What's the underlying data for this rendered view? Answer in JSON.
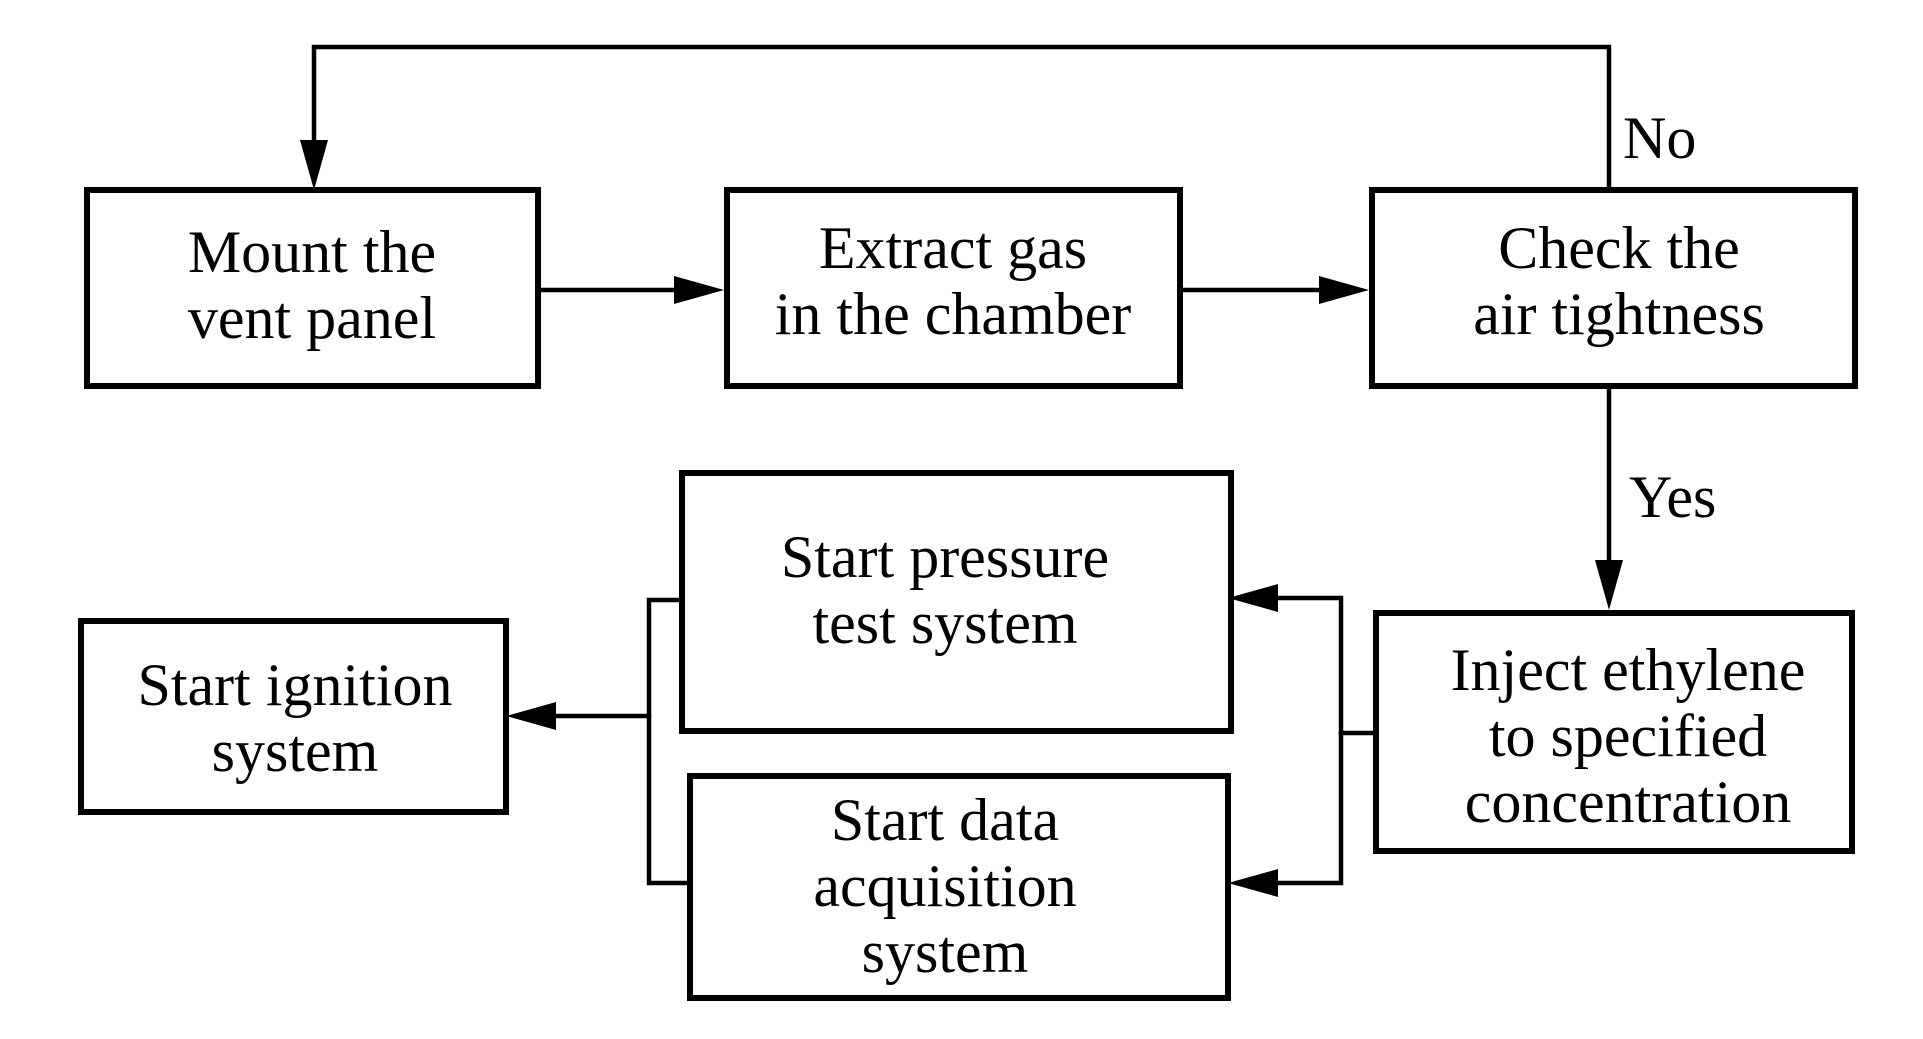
{
  "nodes": {
    "mount": {
      "line1": "Mount the",
      "line2": "vent panel"
    },
    "extract": {
      "line1": "Extract gas",
      "line2": "in the chamber"
    },
    "check": {
      "line1": "Check the",
      "line2": "air tightness"
    },
    "inject": {
      "line1": "Inject ethylene",
      "line2": "to specified",
      "line3": "concentration"
    },
    "pressure": {
      "line1": "Start pressure",
      "line2": "test system"
    },
    "daq": {
      "line1": "Start data",
      "line2": "acquisition",
      "line3": "system"
    },
    "ignition": {
      "line1": "Start ignition",
      "line2": "system"
    }
  },
  "conditions": {
    "no": "No",
    "yes": "Yes"
  },
  "colors": {
    "stroke": "#000000",
    "background": "#ffffff"
  }
}
